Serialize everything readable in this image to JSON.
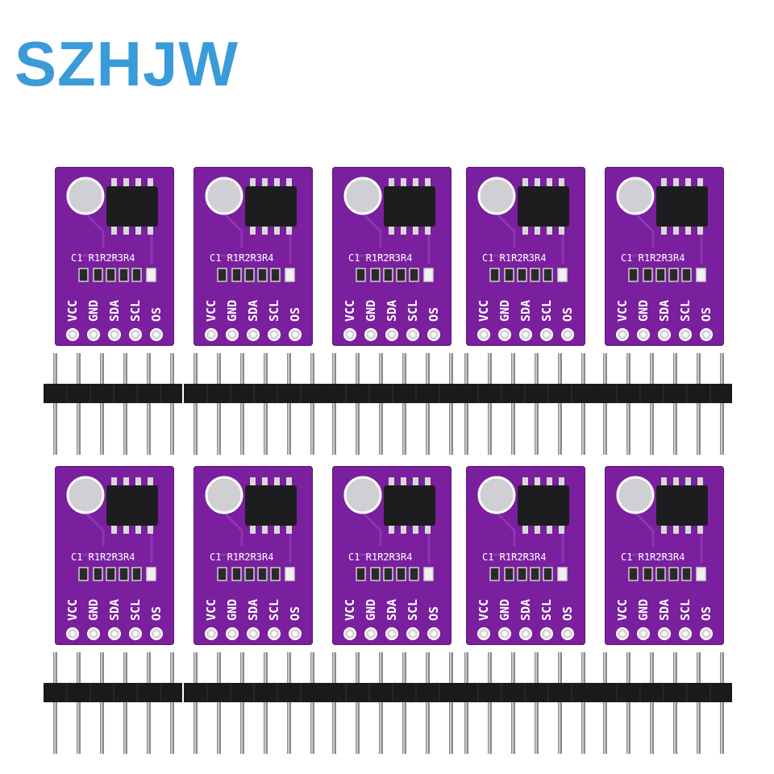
{
  "brand": {
    "text": "SZHJW",
    "color": "#3a9bd9"
  },
  "board": {
    "color": "#7a1f9e",
    "component_label": "C1 R1R2R3R4",
    "pins": [
      "VCC",
      "GND",
      "SDA",
      "SCL",
      "OS"
    ]
  },
  "layout": {
    "rows": 2,
    "columns": 5,
    "header_pins_per_strip": 6
  }
}
